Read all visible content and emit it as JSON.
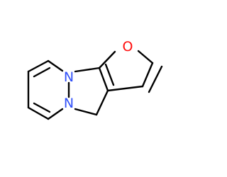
{
  "molecule": {
    "atoms": {
      "oxygen": {
        "label": "O",
        "color": "#ff0d0d"
      },
      "nitrogen_top": {
        "label": "N",
        "color": "#3050f8"
      },
      "nitrogen_bottom": {
        "label": "N",
        "color": "#3050f8"
      }
    },
    "colors": {
      "bond": "#000000",
      "background": "#ffffff"
    }
  }
}
